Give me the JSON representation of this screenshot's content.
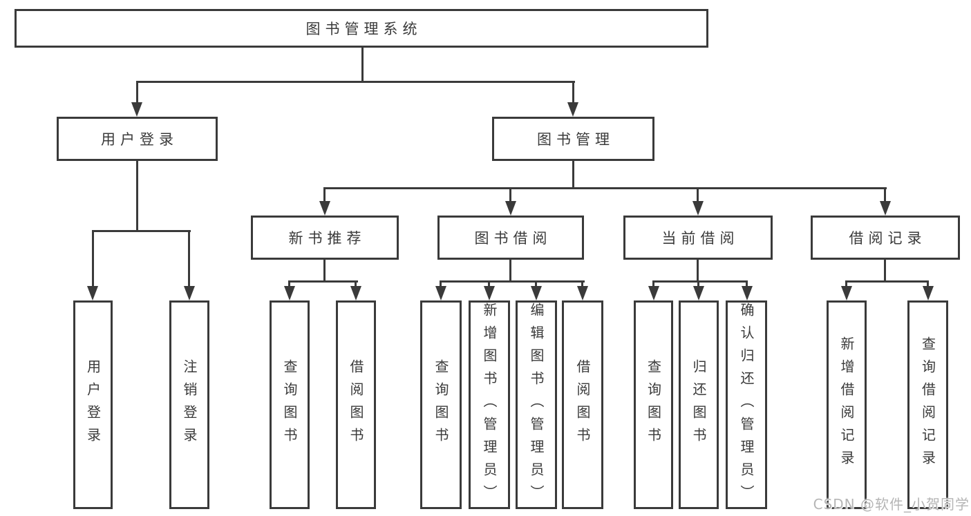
{
  "colors": {
    "line": "#3a3a3a",
    "text": "#3a3a3a",
    "background": "#ffffff",
    "watermark": "#b5b5b5"
  },
  "nodes": {
    "root": "图书管理系统",
    "user_login": "用户登录",
    "book_mgmt": "图书管理",
    "new_book_rec": "新书推荐",
    "book_borrow": "图书借阅",
    "current_borrow": "当前借阅",
    "borrow_records": "借阅记录"
  },
  "leaves": {
    "user_login": [
      "用户登录",
      "注销登录"
    ],
    "new_book_rec": [
      "查询图书",
      "借阅图书"
    ],
    "book_borrow": [
      "查询图书",
      "新增图书（管理员）",
      "编辑图书（管理员）",
      "借阅图书"
    ],
    "current_borrow": [
      "查询图书",
      "归还图书",
      "确认归还（管理员）"
    ],
    "borrow_records": [
      "新增借阅记录",
      "查询借阅记录"
    ]
  },
  "watermark": "CSDN @软件_小贺同学"
}
